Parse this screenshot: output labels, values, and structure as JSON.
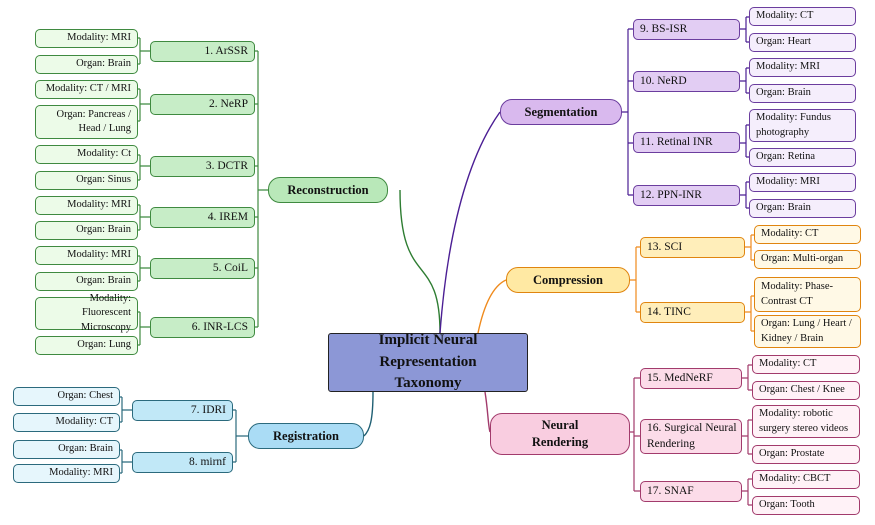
{
  "root": {
    "label": "Implicit Neural Representation Taxonomy"
  },
  "categories": {
    "reconstruction": "Reconstruction",
    "registration": "Registration",
    "segmentation": "Segmentation",
    "compression": "Compression",
    "neural_rendering": "Neural Rendering"
  },
  "reconstruction": [
    {
      "method": "1. ArSSR",
      "modality": "Modality: MRI",
      "organ": "Organ: Brain"
    },
    {
      "method": "2. NeRP",
      "modality": "Modality: CT / MRI",
      "organ": "Organ: Pancreas / Head / Lung"
    },
    {
      "method": "3. DCTR",
      "modality": "Modality: Ct",
      "organ": "Organ: Sinus"
    },
    {
      "method": "4. IREM",
      "modality": "Modality: MRI",
      "organ": "Organ: Brain"
    },
    {
      "method": "5. CoiL",
      "modality": "Modality: MRI",
      "organ": "Organ: Brain"
    },
    {
      "method": "6. INR-LCS",
      "modality": "Modality: Fluorescent Microscopy",
      "organ": "Organ: Lung"
    }
  ],
  "registration": [
    {
      "method": "7. IDRI",
      "organ": "Organ: Chest",
      "modality": "Modality: CT"
    },
    {
      "method": "8. mirnf",
      "organ": "Organ: Brain",
      "modality": "Modality: MRI"
    }
  ],
  "segmentation": [
    {
      "method": "9. BS-ISR",
      "modality": "Modality: CT",
      "organ": "Organ: Heart"
    },
    {
      "method": "10. NeRD",
      "modality": "Modality: MRI",
      "organ": "Organ: Brain"
    },
    {
      "method": "11. Retinal INR",
      "modality": "Modality: Fundus photography",
      "organ": "Organ: Retina"
    },
    {
      "method": "12. PPN-INR",
      "modality": "Modality: MRI",
      "organ": "Organ: Brain"
    }
  ],
  "compression": [
    {
      "method": "13. SCI",
      "modality": "Modality: CT",
      "organ": "Organ: Multi-organ"
    },
    {
      "method": "14. TINC",
      "modality": "Modality: Phase-Contrast CT",
      "organ": "Organ: Lung / Heart / Kidney / Brain"
    }
  ],
  "neural_rendering": [
    {
      "method": "15. MedNeRF",
      "modality": "Modality: CT",
      "organ": "Organ: Chest / Knee"
    },
    {
      "method": "16. Surgical Neural Rendering",
      "modality": "Modality: robotic surgery stereo videos",
      "organ": "Organ: Prostate"
    },
    {
      "method": "17. SNAF",
      "modality": "Modality: CBCT",
      "organ": "Organ: Tooth"
    }
  ],
  "colors": {
    "reconstruction": "#3f8a40",
    "registration": "#2b6a7d",
    "segmentation": "#4b1e94",
    "compression": "#ef8a1c",
    "neural_rendering": "#a23b6c",
    "root_fill": "#8c97d6"
  }
}
